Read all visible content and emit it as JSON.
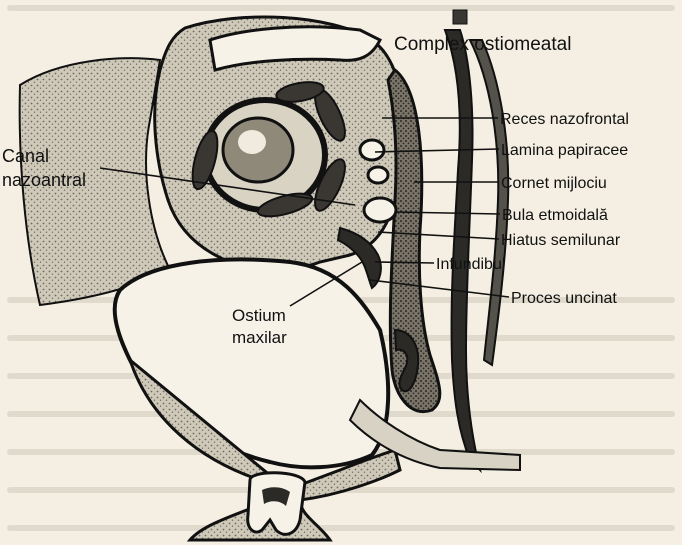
{
  "title": "Complex ostiomeatal",
  "labels": [
    {
      "id": "canal",
      "lines": [
        "Canal",
        "nazoantral"
      ]
    },
    {
      "id": "reces",
      "lines": [
        "Reces nazofrontal"
      ]
    },
    {
      "id": "lamina",
      "lines": [
        "Lamina papiracee"
      ]
    },
    {
      "id": "cornet",
      "lines": [
        "Cornet mijlociu"
      ]
    },
    {
      "id": "bula",
      "lines": [
        "Bula etmoidală"
      ]
    },
    {
      "id": "hiatus",
      "lines": [
        "Hiatus semilunar"
      ]
    },
    {
      "id": "infundibul",
      "lines": [
        "Infundibul"
      ]
    },
    {
      "id": "ostium",
      "lines": [
        "Ostium",
        "maxilar"
      ]
    },
    {
      "id": "proces",
      "lines": [
        "Proces uncinat"
      ]
    }
  ],
  "colors": {
    "paper": "#f4efe2",
    "ink": "#111111",
    "stipple": "#8a8577",
    "soft_tissue": "#d7d2c4",
    "dark_tissue": "#3a3733"
  }
}
